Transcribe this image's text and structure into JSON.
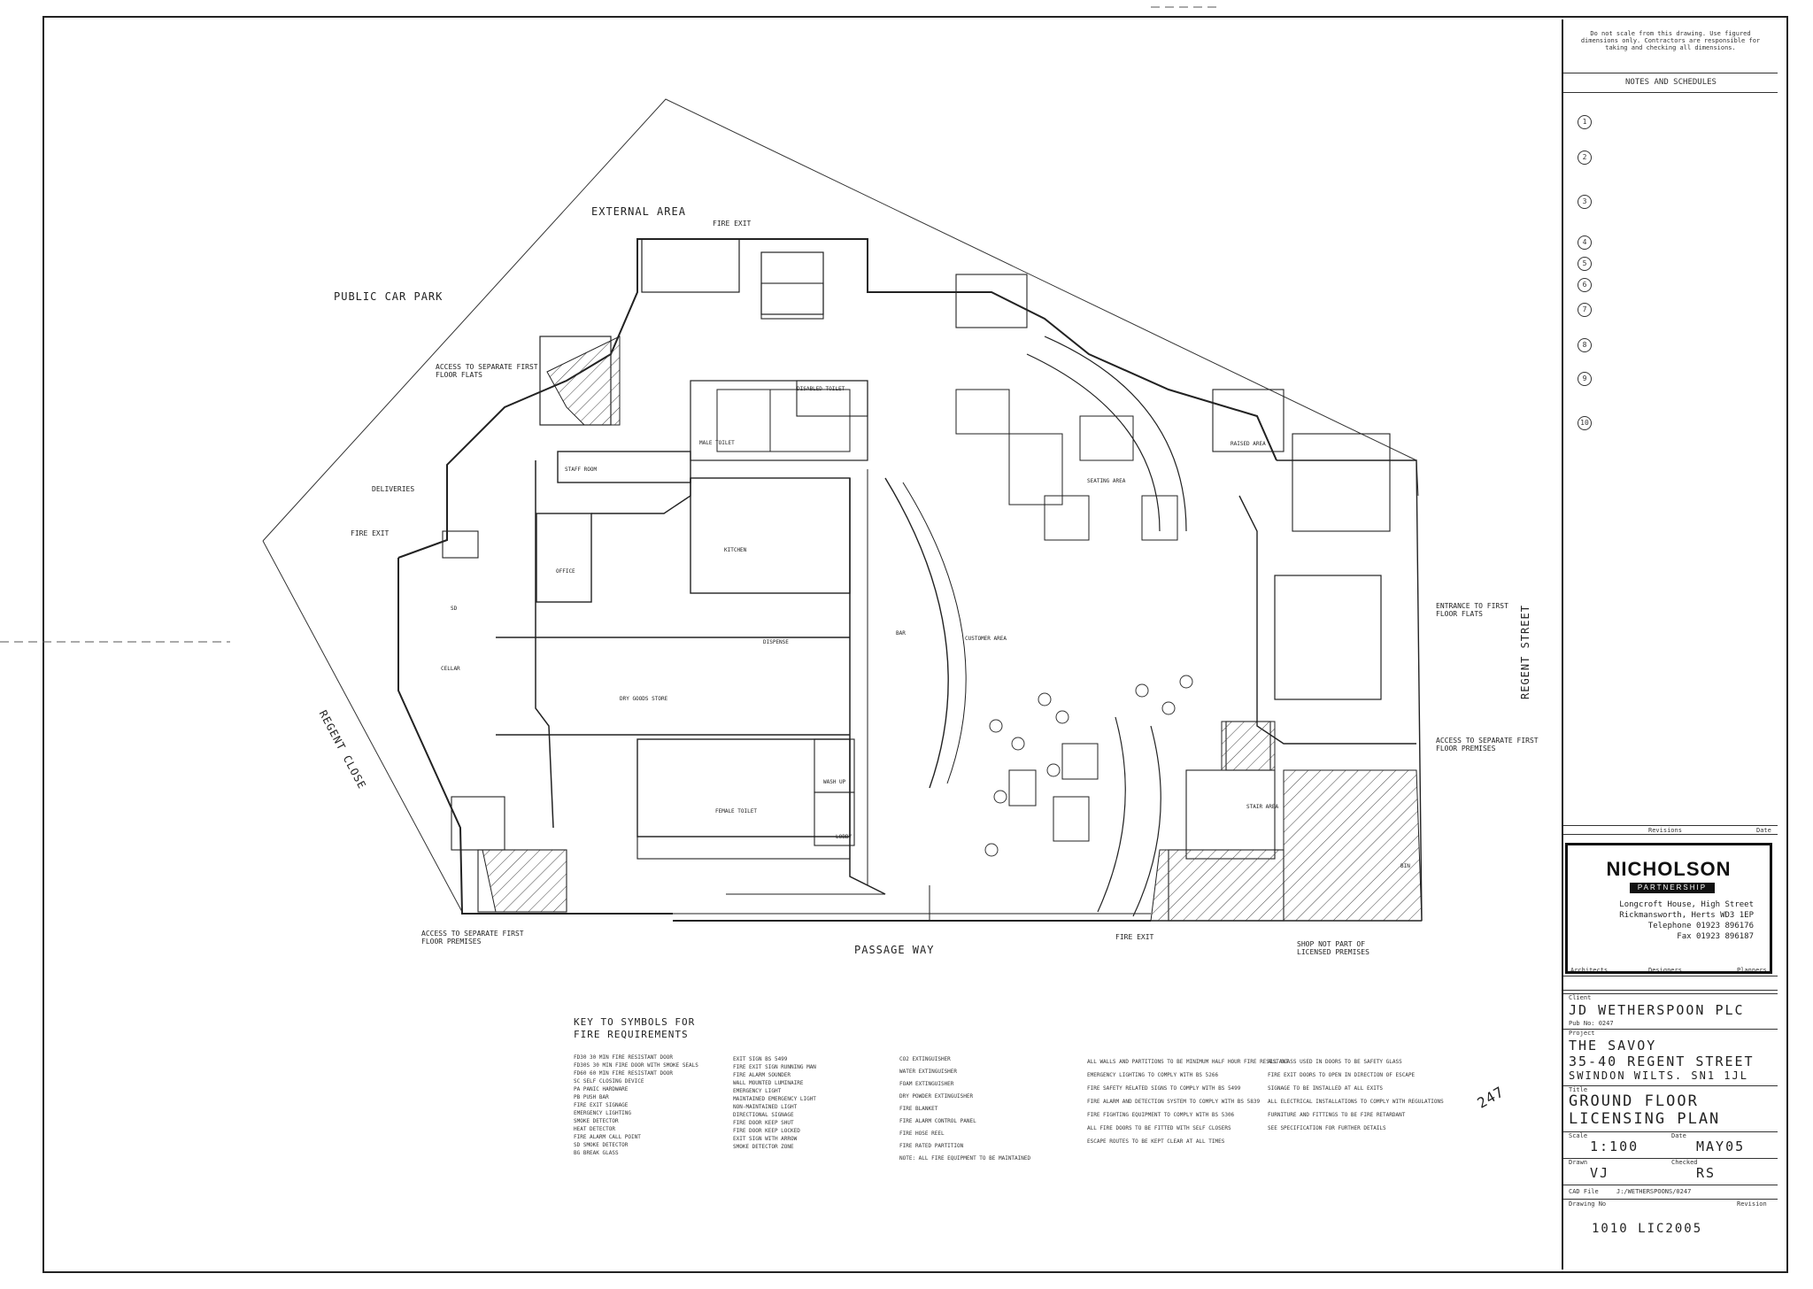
{
  "plan": {
    "labels": {
      "external_area": "EXTERNAL AREA",
      "fire_exit_top": "FIRE EXIT",
      "public_car_park": "PUBLIC CAR PARK",
      "access_first_floor_flats": "ACCESS TO SEPARATE FIRST FLOOR FLATS",
      "deliveries": "DELIVERIES",
      "fire_exit_left": "FIRE EXIT",
      "regent_close": "REGENT CLOSE",
      "access_first_floor_premises_left": "ACCESS TO SEPARATE FIRST FLOOR PREMISES",
      "passage_way": "PASSAGE WAY",
      "fire_exit_bottom": "FIRE EXIT",
      "shop_not_part": "SHOP NOT PART OF LICENSED PREMISES",
      "access_first_floor_premises_right": "ACCESS TO SEPARATE FIRST FLOOR PREMISES",
      "entrance_first_floor_flats": "ENTRANCE TO FIRST FLOOR FLATS",
      "regent_street": "REGENT STREET",
      "male_toilet": "MALE TOILET",
      "female_toilet": "FEMALE TOILET",
      "disabled_toilet": "DISABLED TOILET",
      "kitchen": "KITCHEN",
      "office": "OFFICE",
      "cellar": "CELLAR",
      "dry_goods_store": "DRY GOODS STORE",
      "staff_room": "STAFF ROOM",
      "customer_area": "CUSTOMER AREA",
      "bar": "BAR",
      "raised_area": "RAISED AREA",
      "seating_area": "SEATING AREA",
      "stair_area": "STAIR AREA",
      "dispense": "DISPENSE",
      "wash_up": "WASH UP",
      "lobby": "LOBBY",
      "bin": "BIN",
      "sd": "SD"
    }
  },
  "title_block": {
    "disclaimer": "Do not scale from this drawing. Use figured dimensions only. Contractors are responsible for taking and checking all dimensions.",
    "notes_heading": "NOTES AND SCHEDULES",
    "symbols": [
      "1",
      "2",
      "3",
      "4",
      "5",
      "6",
      "7",
      "8",
      "9",
      "10"
    ],
    "revisions_label": "Revisions",
    "date_label": "Date",
    "firm_name": "NICHOLSON",
    "firm_sub": "PARTNERSHIP",
    "firm_address_1": "Longcroft House, High Street",
    "firm_address_2": "Rickmansworth, Herts WD3 1EP",
    "firm_tel": "Telephone 01923 896176",
    "firm_fax": "Fax 01923 896187",
    "architects_label": "Architects",
    "designers_label": "Designers",
    "planners_label": "Planners",
    "client_label": "Client",
    "client_name": "JD WETHERSPOON PLC",
    "pub_no": "Pub No: 0247",
    "project_label": "Project",
    "project_line_1": "THE SAVOY",
    "project_line_2": "35-40 REGENT STREET",
    "project_line_3": "SWINDON WILTS. SN1 1JL",
    "title_label": "Title",
    "title_line_1": "GROUND FLOOR",
    "title_line_2": "LICENSING PLAN",
    "scale_label": "Scale",
    "scale_value": "1:100",
    "date_value_label": "Date",
    "date_value": "MAY05",
    "drawn_label": "Drawn",
    "drawn_value": "VJ",
    "checked_label": "Checked",
    "checked_value": "RS",
    "cad_label": "CAD File",
    "cad_value": "J:/WETHERSPOONS/0247",
    "drawing_no_label": "Drawing No",
    "drawing_no": "1010 LIC2005",
    "revision_label": "Revision"
  },
  "key": {
    "title_1": "KEY TO SYMBOLS FOR",
    "title_2": "FIRE REQUIREMENTS",
    "col1": [
      "FD30  30 MIN FIRE RESISTANT DOOR",
      "FD30S  30 MIN FIRE DOOR WITH SMOKE SEALS",
      "FD60  60 MIN FIRE RESISTANT DOOR",
      "SC  SELF CLOSING DEVICE",
      "PA  PANIC HARDWARE",
      "PB  PUSH BAR",
      "FIRE EXIT SIGNAGE",
      "EMERGENCY LIGHTING",
      "SMOKE DETECTOR",
      "HEAT DETECTOR",
      "FIRE ALARM CALL POINT",
      "SD  SMOKE DETECTOR",
      "BG  BREAK GLASS"
    ],
    "col2": [
      "EXIT SIGN BS 5499",
      "FIRE EXIT SIGN RUNNING MAN",
      "FIRE ALARM SOUNDER",
      "WALL MOUNTED LUMINAIRE",
      "EMERGENCY LIGHT",
      "MAINTAINED EMERGENCY LIGHT",
      "NON-MAINTAINED LIGHT",
      "DIRECTIONAL SIGNAGE",
      "FIRE DOOR KEEP SHUT",
      "FIRE DOOR KEEP LOCKED",
      "EXIT SIGN WITH ARROW",
      "SMOKE DETECTOR ZONE"
    ],
    "col3": [
      "CO2 EXTINGUISHER",
      "WATER EXTINGUISHER",
      "FOAM EXTINGUISHER",
      "DRY POWDER EXTINGUISHER",
      "FIRE BLANKET",
      "FIRE ALARM CONTROL PANEL",
      "FIRE HOSE REEL",
      "FIRE RATED PARTITION",
      "NOTE: ALL FIRE EQUIPMENT TO BE MAINTAINED"
    ],
    "col4": [
      "ALL WALLS AND PARTITIONS TO BE MINIMUM HALF HOUR FIRE RESISTANT",
      "EMERGENCY LIGHTING TO COMPLY WITH BS 5266",
      "FIRE SAFETY RELATED SIGNS TO COMPLY WITH BS 5499",
      "FIRE ALARM AND DETECTION SYSTEM TO COMPLY WITH BS 5839",
      "FIRE FIGHTING EQUIPMENT TO COMPLY WITH BS 5306",
      "ALL FIRE DOORS TO BE FITTED WITH SELF CLOSERS",
      "ESCAPE ROUTES TO BE KEPT CLEAR AT ALL TIMES"
    ],
    "col5": [
      "ALL GLASS USED IN DOORS TO BE SAFETY GLASS",
      "FIRE EXIT DOORS TO OPEN IN DIRECTION OF ESCAPE",
      "SIGNAGE TO BE INSTALLED AT ALL EXITS",
      "ALL ELECTRICAL INSTALLATIONS TO COMPLY WITH REGULATIONS",
      "FURNITURE AND FITTINGS TO BE FIRE RETARDANT",
      "SEE SPECIFICATION FOR FURTHER DETAILS"
    ]
  },
  "annotation": "247"
}
